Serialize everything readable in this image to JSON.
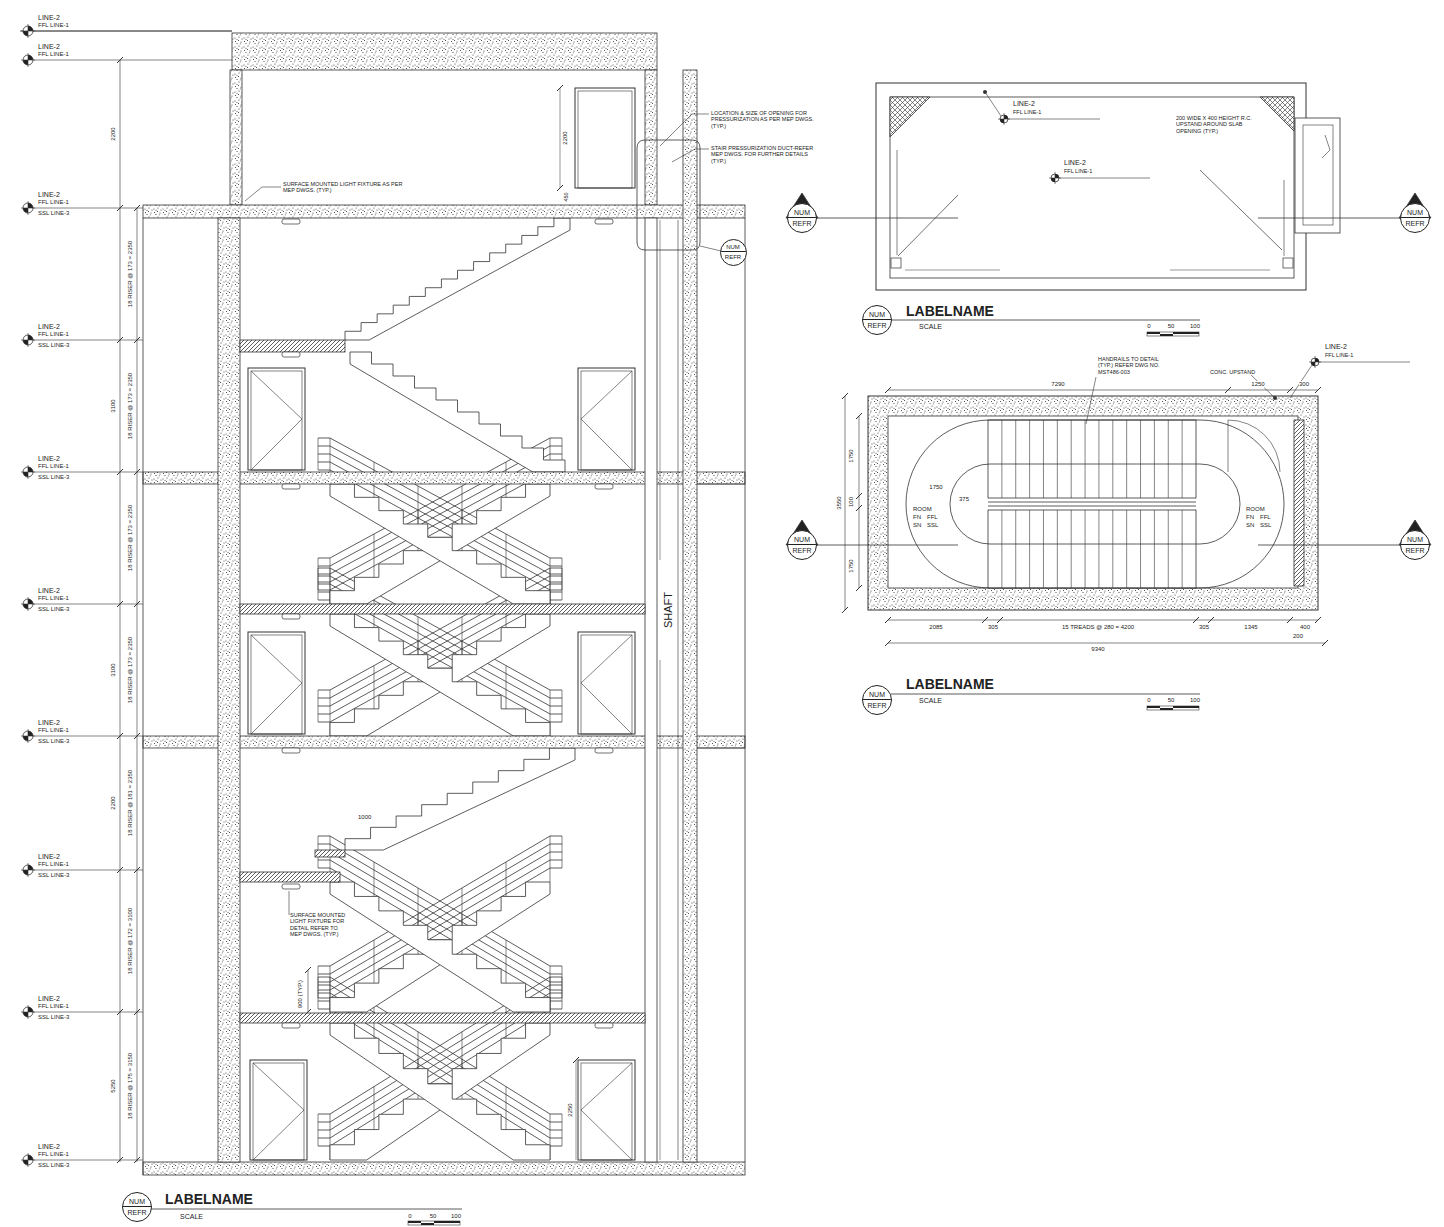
{
  "diagram": {
    "nodes": [
      {
        "text": [
          "NUM",
          "REFR"
        ]
      },
      {
        "text": [
          "NUM",
          "REFR"
        ]
      },
      {
        "text": [
          "NUM",
          "REFR"
        ]
      },
      {
        "text": [
          "NUM",
          "REFR"
        ]
      },
      {
        "text": [
          "NUM",
          "REFR"
        ]
      },
      {
        "text": [
          "NUM",
          "REFR"
        ]
      },
      {
        "text": [
          "NUM",
          "REFR"
        ]
      },
      {
        "text": [
          "NUM",
          "REFR"
        ]
      }
    ],
    "labels": [
      "LINE-2",
      "FFL LINE-1",
      "LINE-2",
      "FFL LINE-1",
      "LINE-2",
      "FFL LINE-1",
      "SSL LINE-3",
      "LINE-2",
      "FFL LINE-1",
      "SSL LINE-3",
      "LINE-2",
      "FFL LINE-1",
      "SSL LINE-3",
      "LINE-2",
      "FFL LINE-1",
      "SSL LINE-3",
      "LINE-2",
      "FFL LINE-1",
      "SSL LINE-3",
      "LINE-2",
      "FFL LINE-1",
      "SSL LINE-3",
      "LINE-2",
      "FFL LINE-1",
      "SSL LINE-3",
      "LINE-2",
      "FFL LINE-1",
      "SSL LINE-3",
      "18 RISER @ 173 = 2350",
      "18 RISER @ 173 = 2350",
      "18 RISER @ 173 = 2350",
      "18 RISER @ 173 = 2350",
      "18 RISER @ 181 = 2350",
      "18 RISER @ 172 = 3100",
      "18 RISER @ 175 = 3150",
      "2200",
      "3100",
      "3100",
      "2200",
      "5250",
      "SURFACE MOUNTED LIGHT FIXTURE AS PER MEP DWGS. (TYP.)",
      "LOCATION & SIZE OF OPENING FOR PRESSURIZATION AS PER MEP DWGS. (TYP.)",
      "STAIR PRESSURIZATION DUCT-REFER MEP DWGS. FOR FURTHER DETAILS (TYP.)",
      "2200",
      "450",
      "SHAFT",
      "1000",
      "SURFACE MOUNTED LIGHT FIXTURE FOR DETAIL REFER TO MEP DWGS. (TYP.)",
      "900 (TYP.)",
      "2250",
      "LABELNAME",
      "SCALE",
      "0",
      "50",
      "100",
      "LINE-2",
      "FFL LINE-1",
      "LINE-2",
      "FFL LINE-1",
      "200 WIDE X 400 HEIGHT R.C. UPSTAND AROUND SLAB OPENING (TYP.)",
      "LABELNAME",
      "SCALE",
      "0",
      "50",
      "100",
      "HANDRAILS TO DETAIL (TYP.) REFER DWG NO. MST486-003",
      "CONC. UPSTAND",
      "LINE-2",
      "FFL LINE-1",
      "7290",
      "1250",
      "300",
      "1750",
      "375",
      "ROOM",
      "FN",
      "FFL",
      "SN",
      "SSL",
      "ROOM",
      "FN",
      "FFL",
      "SN",
      "SSL",
      "1750",
      "100",
      "1750",
      "3550",
      "2085",
      "305",
      "15 TREADS @ 280 = 4200",
      "305",
      "1345",
      "400",
      "200",
      "9340",
      "LABELNAME",
      "SCALE",
      "0",
      "50",
      "100"
    ]
  }
}
